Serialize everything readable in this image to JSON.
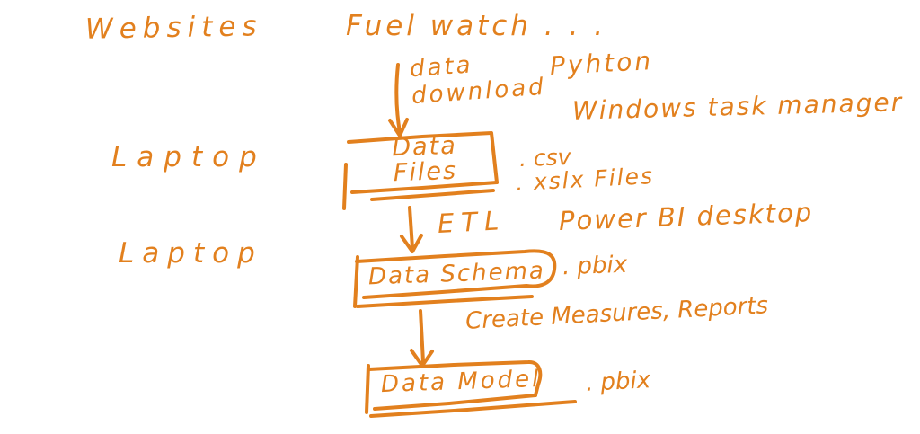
{
  "ink_color": "#e2801e",
  "background_color": "#ffffff",
  "left_column": {
    "websites_label": "Websites",
    "laptop_label_1": "Laptop",
    "laptop_label_2": "Laptop"
  },
  "flow": {
    "source_label": "Fuel watch . . .",
    "download_arrow": {
      "line1": "data",
      "line2": "download"
    },
    "download_tools": {
      "python": "Pyhton",
      "windows_task_manager": "Windows task manager"
    },
    "data_files_node": {
      "line1": "Data",
      "line2": "Files"
    },
    "data_files_formats": {
      "line1": ". csv",
      "line2": ". xslx Files"
    },
    "etl_arrow_label": "ETL",
    "etl_tool": "Power BI desktop",
    "data_schema_node": "Data Schema",
    "data_schema_format": ". pbix",
    "measures_arrow_label": "Create Measures, Reports",
    "data_model_node": "Data Model",
    "data_model_format": ". pbix"
  }
}
